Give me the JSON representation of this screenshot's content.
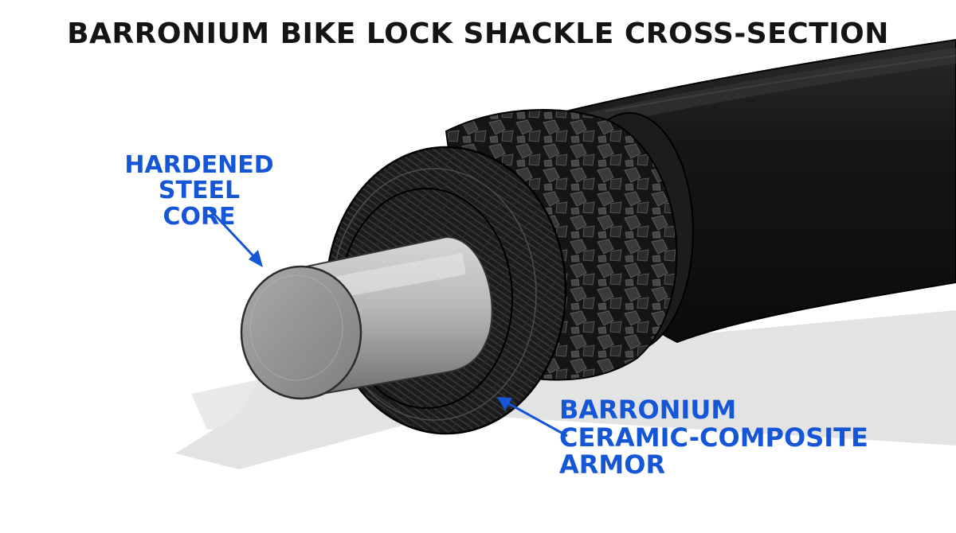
{
  "title": "BARRONIUM BIKE LOCK SHACKLE CROSS-SECTION",
  "labels": {
    "core": [
      "HARDENED",
      "STEEL CORE"
    ],
    "armor": [
      "BARRONIUM",
      "CERAMIC-COMPOSITE",
      "ARMOR"
    ]
  },
  "colors": {
    "label_blue": "#1456d6",
    "title_text": "#141414",
    "sheath_black": "#111111",
    "steel_grey": "#9a9a9a",
    "shadow_grey": "#d9d9d9"
  }
}
